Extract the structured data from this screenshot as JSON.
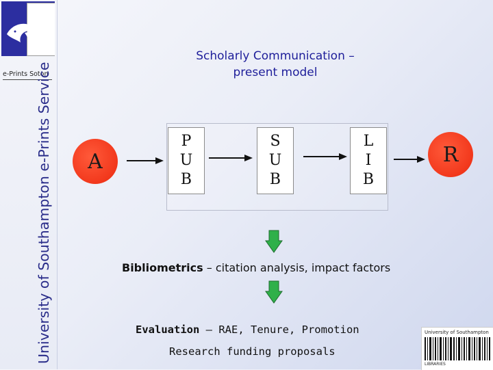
{
  "sidebar": {
    "logo_label": "e-Prints Soton",
    "vertical_title": "University of Southampton e-Prints Service"
  },
  "slide": {
    "title_line1": "Scholarly Communication –",
    "title_line2": "present  model"
  },
  "diagram": {
    "source_node": "A",
    "target_node": "R",
    "stages": [
      {
        "letters": [
          "P",
          "U",
          "B"
        ]
      },
      {
        "letters": [
          "S",
          "U",
          "B"
        ]
      },
      {
        "letters": [
          "L",
          "I",
          "B"
        ]
      }
    ],
    "circle_color": "#f2381c",
    "arrow_color": "#2fb04a"
  },
  "bibliometrics": {
    "bold": "Bibliometrics",
    "rest": " – citation analysis, impact factors"
  },
  "evaluation": {
    "bold": "Evaluation",
    "rest": " – RAE, Tenure, Promotion",
    "line2": "Research funding proposals"
  },
  "footer_logo": {
    "text": "University of Southampton",
    "sub": "LIBRARIES"
  }
}
